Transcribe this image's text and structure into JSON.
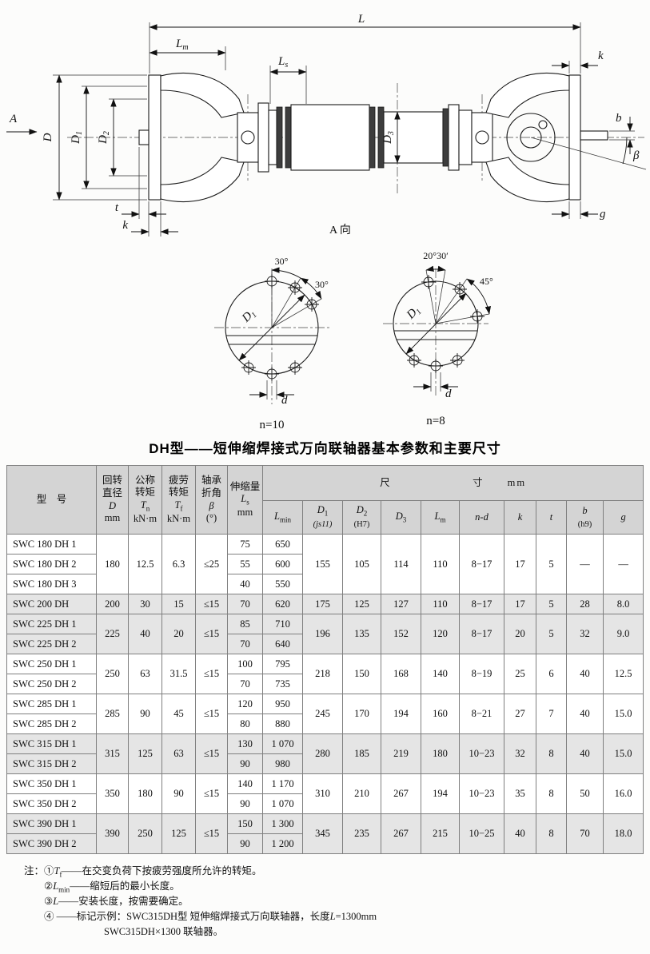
{
  "title": "DH型——短伸缩焊接式万向联轴器基本参数和主要尺寸",
  "drawing": {
    "labels": {
      "L": "L",
      "Lm": {
        "main": "L",
        "sub": "m"
      },
      "Ls": {
        "main": "L",
        "sub": "s"
      },
      "k_top": "k",
      "A": "A",
      "D": "D",
      "D1": {
        "main": "D",
        "sub": "1"
      },
      "D2": {
        "main": "D",
        "sub": "2"
      },
      "D3": {
        "main": "D",
        "sub": "3"
      },
      "b": "b",
      "beta": "β",
      "t": "t",
      "k_bottom": "k",
      "g": "g",
      "view": "A 向"
    },
    "c10": {
      "angle1": "30°",
      "angle2": "30°",
      "D1main": "D",
      "D1sub": "1",
      "d": "d",
      "n": "n=10"
    },
    "c8": {
      "angle1": "45°",
      "angle2": "20°30′",
      "D1main": "D",
      "D1sub": "1",
      "d": "d",
      "n": "n=8"
    }
  },
  "table": {
    "headers": {
      "left": [
        {
          "lines": [
            [
              {
                "t": "型　号"
              }
            ]
          ]
        },
        {
          "lines": [
            [
              {
                "t": "回转"
              }
            ],
            [
              {
                "t": "直径"
              }
            ],
            [
              {
                "t": "D",
                "i": true
              }
            ],
            [
              {
                "t": "mm"
              }
            ]
          ]
        },
        {
          "lines": [
            [
              {
                "t": "公称"
              }
            ],
            [
              {
                "t": "转矩"
              }
            ],
            [
              {
                "t": "T",
                "i": true
              },
              {
                "t": "n",
                "sub": true
              }
            ],
            [
              {
                "t": "kN·m"
              }
            ]
          ]
        },
        {
          "lines": [
            [
              {
                "t": "疲劳"
              }
            ],
            [
              {
                "t": "转矩"
              }
            ],
            [
              {
                "t": "T",
                "i": true
              },
              {
                "t": "f",
                "sub": true
              }
            ],
            [
              {
                "t": "kN·m"
              }
            ]
          ]
        },
        {
          "lines": [
            [
              {
                "t": "轴承"
              }
            ],
            [
              {
                "t": "折角"
              }
            ],
            [
              {
                "t": "β",
                "i": true
              }
            ],
            [
              {
                "t": "(°)"
              }
            ]
          ]
        },
        {
          "lines": [
            [
              {
                "t": "伸缩量"
              }
            ],
            [
              {
                "t": "L",
                "i": true
              },
              {
                "t": "s",
                "sub": true
              }
            ],
            [
              {
                "t": "mm"
              }
            ]
          ]
        }
      ],
      "size": "尺　　　　　　　寸　　mm",
      "dims": [
        {
          "lines": [
            [
              {
                "t": "L",
                "i": true
              },
              {
                "t": "min",
                "sub": true
              }
            ]
          ]
        },
        {
          "lines": [
            [
              {
                "t": "D",
                "i": true
              },
              {
                "t": "1",
                "sub": true
              }
            ],
            [
              {
                "t": "(js11)",
                "i": true,
                "sm": true
              }
            ]
          ]
        },
        {
          "lines": [
            [
              {
                "t": "D",
                "i": true
              },
              {
                "t": "2",
                "sub": true
              }
            ],
            [
              {
                "t": "(H7)",
                "sm": true
              }
            ]
          ]
        },
        {
          "lines": [
            [
              {
                "t": "D",
                "i": true
              },
              {
                "t": "3",
                "sub": true
              }
            ]
          ]
        },
        {
          "lines": [
            [
              {
                "t": "L",
                "i": true
              },
              {
                "t": "m",
                "sub": true
              }
            ]
          ]
        },
        {
          "lines": [
            [
              {
                "t": "n",
                "i": true
              },
              {
                "t": "-"
              },
              {
                "t": "d",
                "i": true
              }
            ]
          ]
        },
        {
          "lines": [
            [
              {
                "t": "k",
                "i": true
              }
            ]
          ]
        },
        {
          "lines": [
            [
              {
                "t": "t",
                "i": true
              }
            ]
          ]
        },
        {
          "lines": [
            [
              {
                "t": "b",
                "i": true
              }
            ],
            [
              {
                "t": "(h9)",
                "sm": true
              }
            ]
          ]
        },
        {
          "lines": [
            [
              {
                "t": "g",
                "i": true
              }
            ]
          ]
        }
      ]
    },
    "groups": [
      {
        "shaded": false,
        "shared": {
          "D": "180",
          "Tn": "12.5",
          "Tf": "6.3",
          "beta": "≤25",
          "D1": "155",
          "D2": "105",
          "D3": "114",
          "Lm": "110",
          "nd": "8−17",
          "k": "17",
          "t": "5",
          "b": "—",
          "g": "—"
        },
        "rows": [
          {
            "model": "SWC 180 DH 1",
            "Ls": "75",
            "Lmin": "650"
          },
          {
            "model": "SWC 180 DH 2",
            "Ls": "55",
            "Lmin": "600"
          },
          {
            "model": "SWC 180 DH 3",
            "Ls": "40",
            "Lmin": "550"
          }
        ]
      },
      {
        "shaded": true,
        "shared": {
          "D": "200",
          "Tn": "30",
          "Tf": "15",
          "beta": "≤15",
          "D1": "175",
          "D2": "125",
          "D3": "127",
          "Lm": "110",
          "nd": "8−17",
          "k": "17",
          "t": "5",
          "b": "28",
          "g": "8.0"
        },
        "rows": [
          {
            "model": "SWC 200 DH",
            "Ls": "70",
            "Lmin": "620"
          }
        ]
      },
      {
        "shaded": true,
        "shared": {
          "D": "225",
          "Tn": "40",
          "Tf": "20",
          "beta": "≤15",
          "D1": "196",
          "D2": "135",
          "D3": "152",
          "Lm": "120",
          "nd": "8−17",
          "k": "20",
          "t": "5",
          "b": "32",
          "g": "9.0"
        },
        "rows": [
          {
            "model": "SWC 225 DH 1",
            "Ls": "85",
            "Lmin": "710"
          },
          {
            "model": "SWC 225 DH 2",
            "Ls": "70",
            "Lmin": "640"
          }
        ]
      },
      {
        "shaded": false,
        "shared": {
          "D": "250",
          "Tn": "63",
          "Tf": "31.5",
          "beta": "≤15",
          "D1": "218",
          "D2": "150",
          "D3": "168",
          "Lm": "140",
          "nd": "8−19",
          "k": "25",
          "t": "6",
          "b": "40",
          "g": "12.5"
        },
        "rows": [
          {
            "model": "SWC 250 DH 1",
            "Ls": "100",
            "Lmin": "795"
          },
          {
            "model": "SWC 250 DH 2",
            "Ls": "70",
            "Lmin": "735"
          }
        ]
      },
      {
        "shaded": false,
        "shared": {
          "D": "285",
          "Tn": "90",
          "Tf": "45",
          "beta": "≤15",
          "D1": "245",
          "D2": "170",
          "D3": "194",
          "Lm": "160",
          "nd": "8−21",
          "k": "27",
          "t": "7",
          "b": "40",
          "g": "15.0"
        },
        "rows": [
          {
            "model": "SWC 285 DH 1",
            "Ls": "120",
            "Lmin": "950"
          },
          {
            "model": "SWC 285 DH 2",
            "Ls": "80",
            "Lmin": "880"
          }
        ]
      },
      {
        "shaded": true,
        "shared": {
          "D": "315",
          "Tn": "125",
          "Tf": "63",
          "beta": "≤15",
          "D1": "280",
          "D2": "185",
          "D3": "219",
          "Lm": "180",
          "nd": "10−23",
          "k": "32",
          "t": "8",
          "b": "40",
          "g": "15.0"
        },
        "rows": [
          {
            "model": "SWC 315 DH 1",
            "Ls": "130",
            "Lmin": "1 070"
          },
          {
            "model": "SWC 315 DH 2",
            "Ls": "90",
            "Lmin": "980"
          }
        ]
      },
      {
        "shaded": false,
        "shared": {
          "D": "350",
          "Tn": "180",
          "Tf": "90",
          "beta": "≤15",
          "D1": "310",
          "D2": "210",
          "D3": "267",
          "Lm": "194",
          "nd": "10−23",
          "k": "35",
          "t": "8",
          "b": "50",
          "g": "16.0"
        },
        "rows": [
          {
            "model": "SWC 350 DH 1",
            "Ls": "140",
            "Lmin": "1 170"
          },
          {
            "model": "SWC 350 DH 2",
            "Ls": "90",
            "Lmin": "1 070"
          }
        ]
      },
      {
        "shaded": true,
        "shared": {
          "D": "390",
          "Tn": "250",
          "Tf": "125",
          "beta": "≤15",
          "D1": "345",
          "D2": "235",
          "D3": "267",
          "Lm": "215",
          "nd": "10−25",
          "k": "40",
          "t": "8",
          "b": "70",
          "g": "18.0"
        },
        "rows": [
          {
            "model": "SWC 390 DH 1",
            "Ls": "150",
            "Lmin": "1 300"
          },
          {
            "model": "SWC 390 DH 2",
            "Ls": "90",
            "Lmin": "1 200"
          }
        ]
      }
    ]
  },
  "notes": [
    {
      "indent": 0,
      "segs": [
        {
          "t": "注：①"
        },
        {
          "t": "T",
          "i": true
        },
        {
          "t": "f",
          "sub": true
        },
        {
          "t": "——在交变负荷下按疲劳强度所允许的转矩。"
        }
      ]
    },
    {
      "indent": 25,
      "segs": [
        {
          "t": "②"
        },
        {
          "t": "L",
          "i": true
        },
        {
          "t": "min",
          "sub": true
        },
        {
          "t": "——缩短后的最小长度。"
        }
      ]
    },
    {
      "indent": 25,
      "segs": [
        {
          "t": "③"
        },
        {
          "t": "L",
          "i": true
        },
        {
          "t": "——安装长度，按需要确定。"
        }
      ]
    },
    {
      "indent": 25,
      "segs": [
        {
          "t": "④ ——标记示例：SWC315DH型 短伸缩焊接式万向联轴器，长度"
        },
        {
          "t": "L",
          "i": true
        },
        {
          "t": "=1300mm"
        }
      ]
    },
    {
      "indent": 100,
      "segs": [
        {
          "t": "SWC315DH×1300 联轴器。"
        }
      ]
    }
  ]
}
